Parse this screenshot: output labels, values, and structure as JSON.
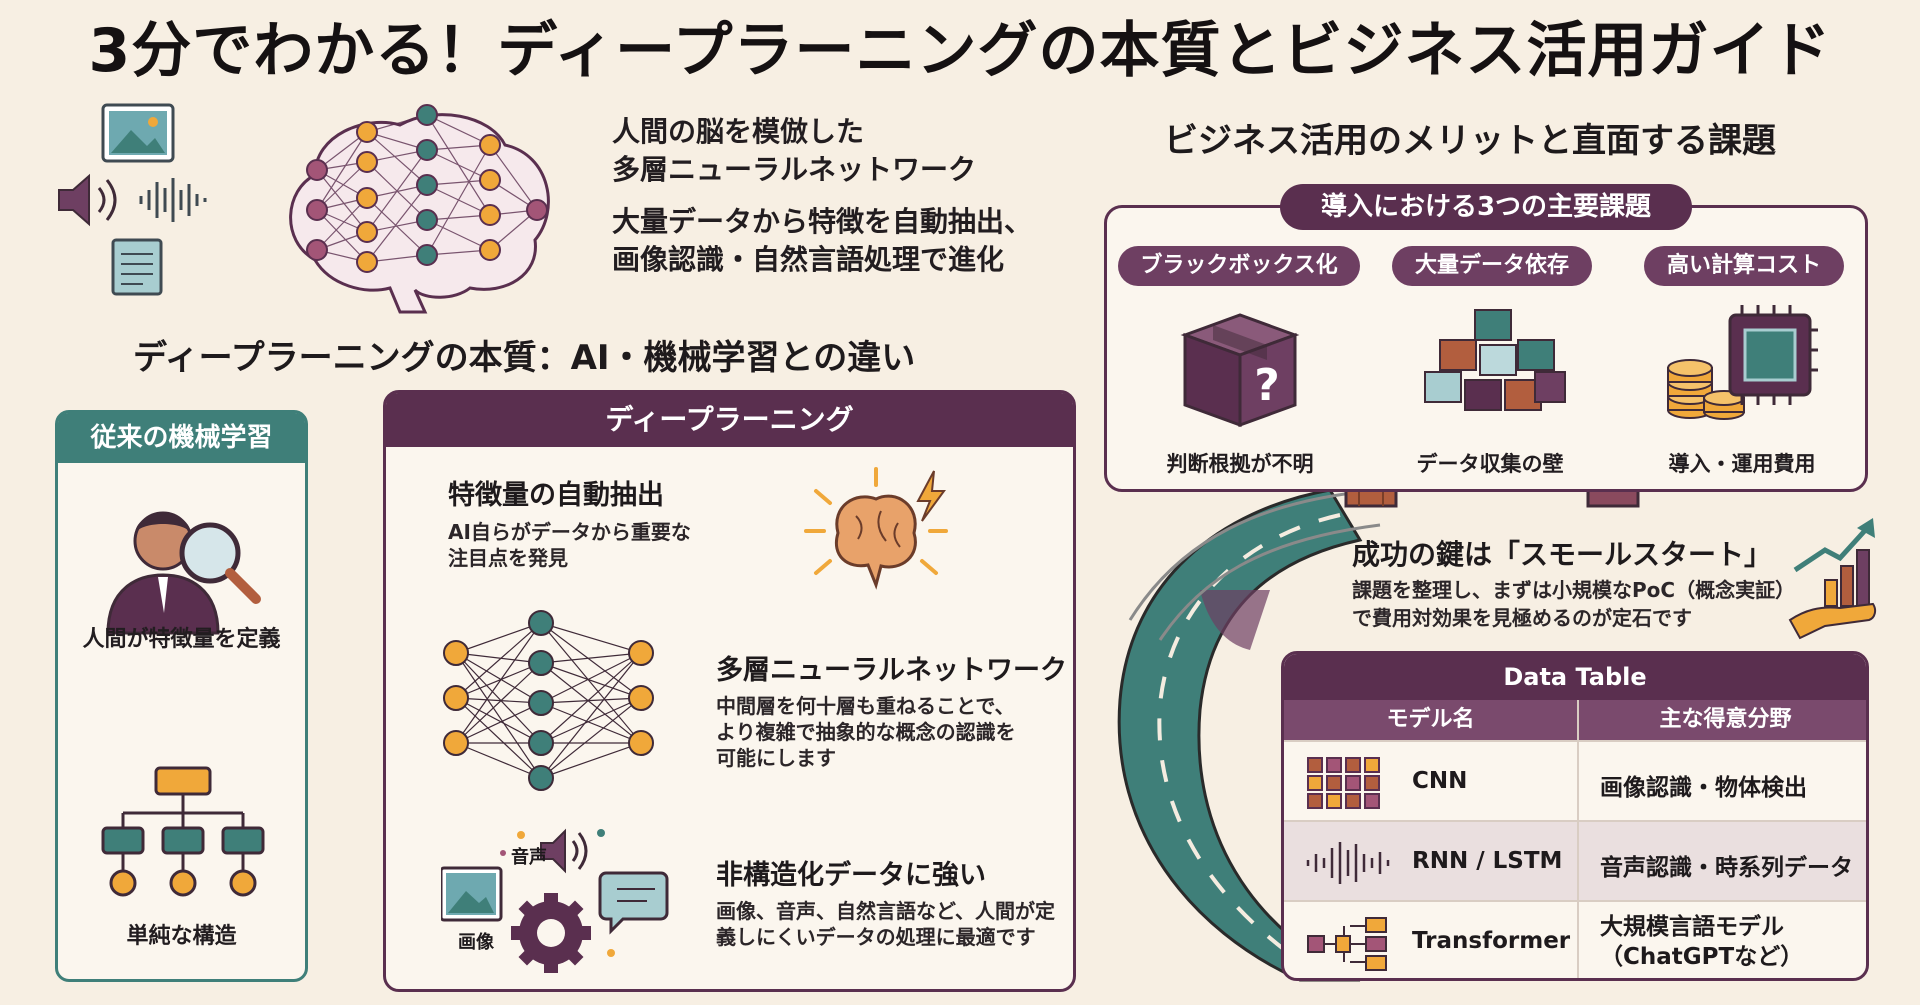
{
  "title": "3分でわかる！ディープラーニングの本質とビジネス活用ガイド",
  "intro": {
    "line1": "人間の脳を模倣した",
    "line2": "多層ニューラルネットワーク",
    "line3": "大量データから特徴を自動抽出、",
    "line4": "画像認識・自然言語処理で進化"
  },
  "essence_heading": "ディープラーニングの本質：AI・機械学習との違い",
  "business_heading": "ビジネス活用のメリットと直面する課題",
  "traditional_ml": {
    "header": "従来の機械学習",
    "caption1": "人間が特徴量を定義",
    "caption2": "単純な構造"
  },
  "deep_learning": {
    "header": "ディープラーニング",
    "features": [
      {
        "title": "特徴量の自動抽出",
        "desc1": "AI自らがデータから重要な",
        "desc2": "注目点を発見"
      },
      {
        "title": "多層ニューラルネットワーク",
        "desc1": "中間層を何十層も重ねることで、",
        "desc2": "より複雑で抽象的な概念の認識を",
        "desc3": "可能にします"
      },
      {
        "title": "非構造化データに強い",
        "desc1": "画像、音声、自然言語など、人間が定",
        "desc2": "義しにくいデータの処理に最適です"
      }
    ],
    "audio_label": "音声",
    "image_label": "画像"
  },
  "challenges": {
    "title": "導入における3つの主要課題",
    "items": [
      {
        "pill": "ブラックボックス化",
        "caption": "判断根拠が不明"
      },
      {
        "pill": "大量データ依存",
        "caption": "データ収集の壁"
      },
      {
        "pill": "高い計算コスト",
        "caption": "導入・運用費用"
      }
    ]
  },
  "success": {
    "title": "成功の鍵は「スモールスタート」",
    "desc1": "課題を整理し、まずは小規模なPoC（概念実証）",
    "desc2": "で費用対効果を見極めるのが定石です"
  },
  "data_table": {
    "caption": "Data Table",
    "col1": "モデル名",
    "col2": "主な得意分野",
    "rows": [
      {
        "model": "CNN",
        "field": "画像認識・物体検出",
        "field2": ""
      },
      {
        "model": "RNN / LSTM",
        "field": "音声認識・時系列データ",
        "field2": ""
      },
      {
        "model": "Transformer",
        "field": "大規模言語モデル",
        "field2": "（ChatGPTなど）"
      }
    ]
  },
  "colors": {
    "background": "#f7efe3",
    "teal": "#3f7f79",
    "plum": "#5a2f4f",
    "orange": "#f0a83a",
    "brick": "#b25e3e"
  }
}
